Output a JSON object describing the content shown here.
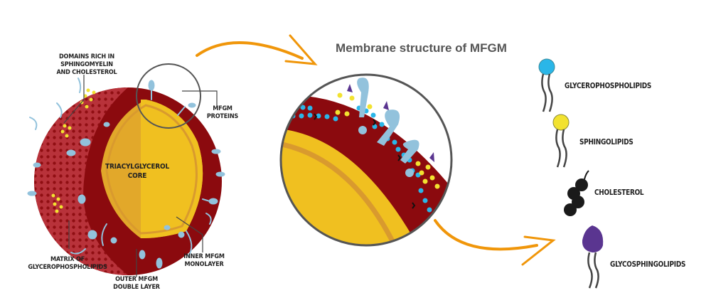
{
  "title": "Membrane structure of MFGM",
  "colors": {
    "outer_membrane": "#8b0a0e",
    "outer_surface": "#b8323a",
    "core": "#f0c020",
    "core_shade": "#e2a82a",
    "protein": "#92c2dc",
    "glycerophospholipid": "#2ab6e8",
    "sphingolipid": "#f2e230",
    "cholesterol": "#1a1a1a",
    "glycosphingolipid": "#5a3590",
    "arrow": "#f0960a",
    "lens": "#555555"
  },
  "globule_labels": {
    "domains": [
      "DOMAINS RICH IN",
      "SPHINGOMYELIN",
      "AND CHOLESTEROL"
    ],
    "proteins": [
      "MFGM",
      "PROTEINS"
    ],
    "core": [
      "TRIACYLGLYCEROL",
      "CORE"
    ],
    "matrix": [
      "MATRIX OF",
      "GLYCEROPHOSPHOLIPIDS"
    ],
    "outer": [
      "OUTER MFGM",
      "DOUBLE LAYER"
    ],
    "inner": [
      "INNER MFGM",
      "MONOLAYER"
    ]
  },
  "legend": [
    {
      "label": "GLYCEROPHOSPHOLIPIDS",
      "icon": "glycerophospholipid-icon"
    },
    {
      "label": "SPHINGOLIPIDS",
      "icon": "sphingolipid-icon"
    },
    {
      "label": "CHOLESTEROL",
      "icon": "cholesterol-icon"
    },
    {
      "label": "GLYCOSPHINGOLIPIDS",
      "icon": "glycosphingolipid-icon"
    }
  ]
}
